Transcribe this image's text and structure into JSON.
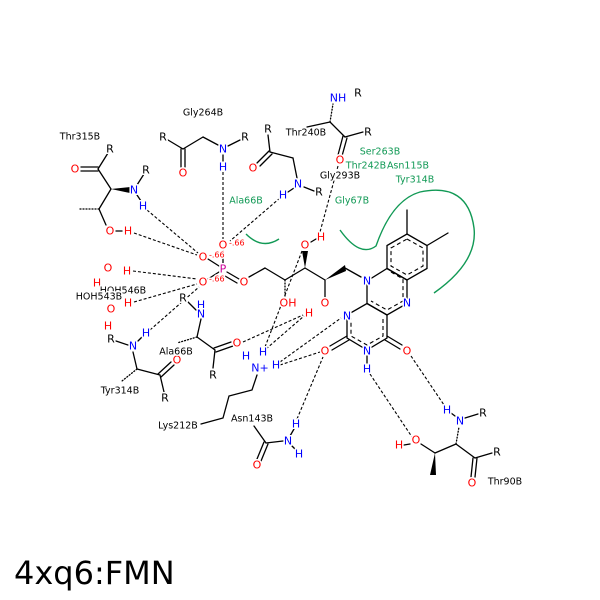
{
  "title": "4xq6:FMN",
  "atoms": {
    "O": "O",
    "N": "N",
    "H": "H",
    "R": "R",
    "P": "P",
    "NH": "NH",
    "OH": "OH",
    "N_plus": "N+"
  },
  "charge": "-.66",
  "residues": {
    "gly264": "Gly264B",
    "thr315": "Thr315B",
    "thr240": "Thr240B",
    "gly293": "Gly293B",
    "hoh546": "HOH546B",
    "hoh543": "HOH543B",
    "ala66": "Ala66B",
    "tyr314": "Tyr314B",
    "lys212": "Lys212B",
    "asn143": "Asn143B",
    "thr90": "Thr90B"
  },
  "hydrophobic": {
    "ala66": "Ala66B",
    "ser263": "Ser263B",
    "thr242": "Thr242B",
    "asn115": "Asn115B",
    "tyr314": "Tyr314B",
    "gly67": "Gly67B"
  },
  "colors": {
    "oxygen": "#ff0000",
    "nitrogen": "#0000ff",
    "phosphorus": "#cc0099",
    "hydrophobic": "#119955"
  }
}
